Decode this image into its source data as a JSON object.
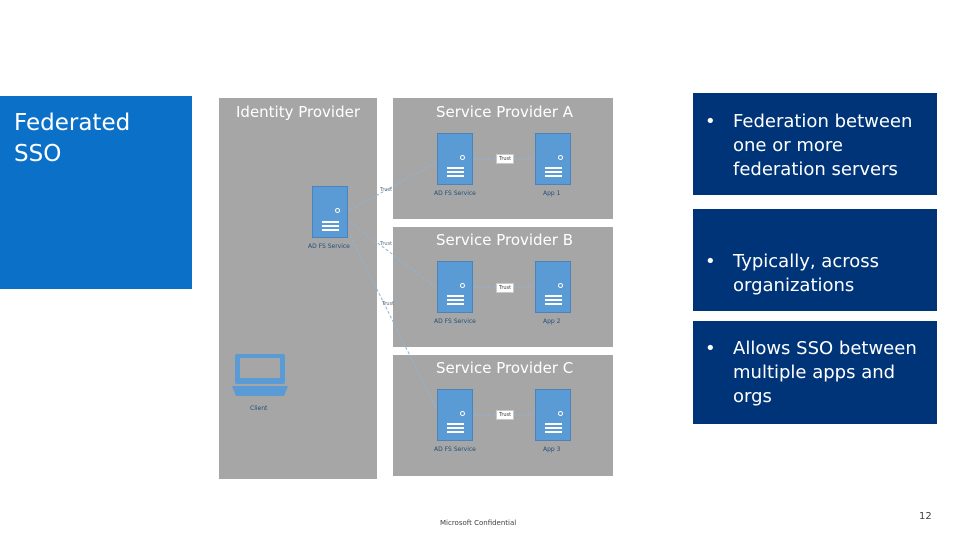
{
  "title": "Federated\nSSO",
  "diagram": {
    "identity_provider": {
      "title": "Identity Provider",
      "server_label": "AD FS Service",
      "client_label": "Client"
    },
    "service_providers": [
      {
        "title": "Service Provider A",
        "adfs_label": "AD FS Service",
        "app_label": "App 1",
        "trust_label": "Trust"
      },
      {
        "title": "Service Provider B",
        "adfs_label": "AD FS Service",
        "app_label": "App 2",
        "trust_label": "Trust"
      },
      {
        "title": "Service Provider C",
        "adfs_label": "AD FS Service",
        "app_label": "App 3",
        "trust_label": "Trust"
      }
    ],
    "connector_labels": [
      "Trust",
      "Trust",
      "Trust"
    ]
  },
  "bullets": [
    {
      "bullet": "•",
      "text": "Federation between\none or more\nfederation servers"
    },
    {
      "bullet": "•",
      "text": "Typically, across\norganizations"
    },
    {
      "bullet": "•",
      "text": "Allows SSO between\nmultiple apps and\norgs"
    }
  ],
  "footer": "Microsoft Confidential",
  "page_number": "12",
  "colors": {
    "title_box": "#0a70c8",
    "bullet_box": "#003478",
    "panel": "#a6a6a6",
    "server": "#5b9bd5"
  }
}
